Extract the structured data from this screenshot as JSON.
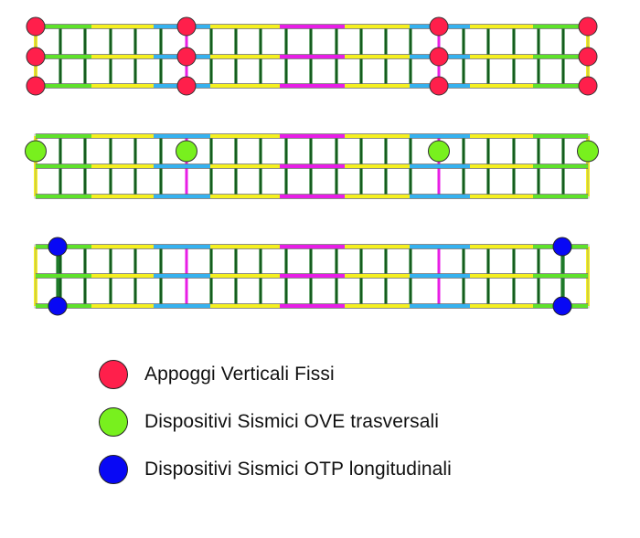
{
  "colors": {
    "fixed_support": "#ff1f4b",
    "ove_transverse": "#78f01e",
    "otp_longitudinal": "#0808f5",
    "zone_green": "#5ee22a",
    "zone_yellow": "#f5f020",
    "zone_cyan": "#35b2f0",
    "zone_magenta": "#e81ee6",
    "crossbeam": "#1f7a2a",
    "outline": "#777777"
  },
  "zones": [
    "green",
    "yellow",
    "cyan",
    "yellow",
    "magenta",
    "yellow",
    "cyan",
    "yellow",
    "green"
  ],
  "diagrams": [
    {
      "name": "plan-fixed-supports",
      "device": "fixed_support",
      "device_positions": [
        "left-end",
        "pier-1",
        "pier-2",
        "right-end"
      ],
      "device_rows": 3
    },
    {
      "name": "plan-ove-transverse",
      "device": "ove_transverse",
      "device_positions": [
        "left-end",
        "pier-1",
        "pier-2",
        "right-end"
      ],
      "device_rows": 1
    },
    {
      "name": "plan-otp-longitudinal",
      "device": "otp_longitudinal",
      "device_positions": [
        "left-near-end",
        "right-near-end"
      ],
      "device_rows": 2
    }
  ],
  "legend": {
    "items": [
      {
        "label": "Appoggi Verticali Fissi",
        "color_key": "fixed_support"
      },
      {
        "label": "Dispositivi Sismici OVE trasversali",
        "color_key": "ove_transverse"
      },
      {
        "label": "Dispositivi Sismici OTP longitudinali",
        "color_key": "otp_longitudinal"
      }
    ]
  }
}
